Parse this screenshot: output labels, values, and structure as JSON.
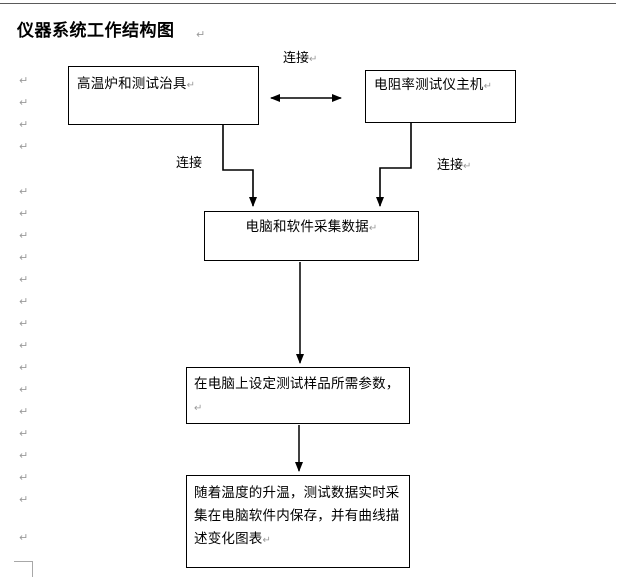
{
  "document": {
    "title": "仪器系统工作结构图",
    "paragraph_mark": "↵"
  },
  "diagram": {
    "boxes": [
      {
        "id": "furnace",
        "label": "高温炉和测试治具",
        "align": "left"
      },
      {
        "id": "resistivity-host",
        "label": "电阻率测试仪主机",
        "align": "left"
      },
      {
        "id": "pc-software",
        "label": "电脑和软件采集数据",
        "align": "center"
      },
      {
        "id": "set-parameters",
        "label": "在电脑上设定测试样品所需参数，",
        "align": "left"
      },
      {
        "id": "realtime-acquisition",
        "label": "随着温度的升温，测试数据实时采集在电脑软件内保存，并有曲线描述变化图表",
        "align": "left"
      }
    ],
    "labels": {
      "connect_top": "连接",
      "connect_left": "连接",
      "connect_right": "连接"
    }
  },
  "margin_marks": {
    "glyph": "↵",
    "count": 20
  },
  "colors": {
    "stroke": "#000000",
    "mark": "#9a9a9a",
    "rule": "#5a5a5a",
    "page_corner": "#a8a8a8",
    "background": "#ffffff"
  }
}
